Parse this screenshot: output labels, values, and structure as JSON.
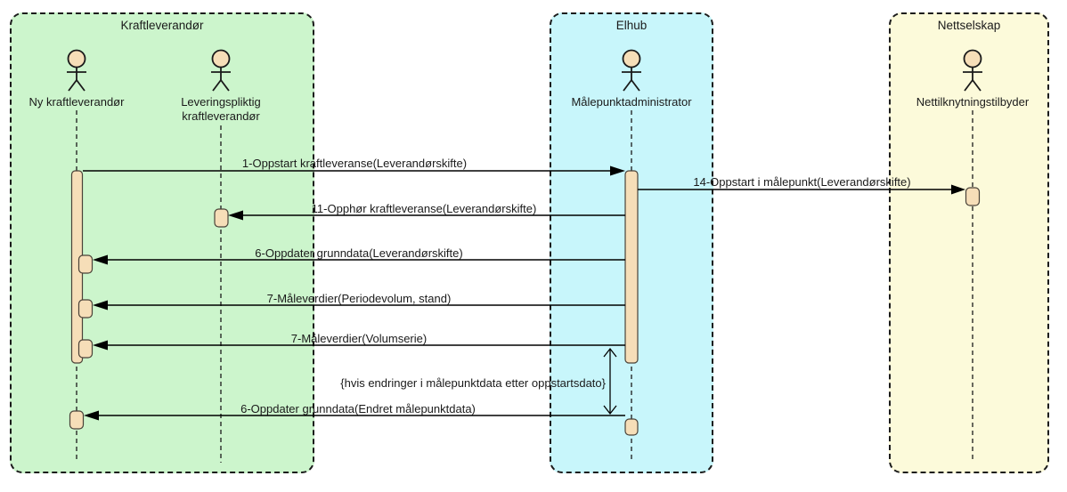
{
  "diagram": {
    "type": "uml-sequence",
    "groups": [
      {
        "name": "Kraftleverandør",
        "fill": "#ccf5cc"
      },
      {
        "name": "Elhub",
        "fill": "#c8f6fb"
      },
      {
        "name": "Nettselskap",
        "fill": "#fcfada"
      }
    ],
    "actors": [
      {
        "name": "Ny kraftleverandør",
        "group": "Kraftleverandør"
      },
      {
        "name": "Leveringspliktig kraftleverandør",
        "group": "Kraftleverandør"
      },
      {
        "name": "Målepunktadministrator",
        "group": "Elhub"
      },
      {
        "name": "Nettilknytningstilbyder",
        "group": "Nettselskap"
      }
    ],
    "messages": [
      {
        "label": "1-Oppstart kraftleveranse(Leverandørskifte)",
        "from": "Ny kraftleverandør",
        "to": "Målepunktadministrator",
        "direction": "right"
      },
      {
        "label": "14-Oppstart i målepunkt(Leverandørskifte)",
        "from": "Målepunktadministrator",
        "to": "Nettilknytningstilbyder",
        "direction": "right"
      },
      {
        "label": "11-Opphør kraftleveranse(Leverandørskifte)",
        "from": "Målepunktadministrator",
        "to": "Leveringspliktig kraftleverandør",
        "direction": "left"
      },
      {
        "label": "6-Oppdater grunndata(Leverandørskifte)",
        "from": "Målepunktadministrator",
        "to": "Ny kraftleverandør",
        "direction": "left"
      },
      {
        "label": "7-Måleverdier(Periodevolum, stand)",
        "from": "Målepunktadministrator",
        "to": "Ny kraftleverandør",
        "direction": "left"
      },
      {
        "label": "7-Måleverdier(Volumserie)",
        "from": "Målepunktadministrator",
        "to": "Ny kraftleverandør",
        "direction": "left"
      },
      {
        "label": "6-Oppdater grunndata(Endret målepunktdata)",
        "from": "Målepunktadministrator",
        "to": "Ny kraftleverandør",
        "direction": "left"
      }
    ],
    "note": "{hvis endringer i målepunktdata etter oppstartsdato}",
    "colors": {
      "group_green": "#ccf5cc",
      "group_cyan": "#c8f6fb",
      "group_yellow": "#fcfada",
      "activation_fill": "#f6deb8",
      "activation_stroke": "#4a4238",
      "line": "#000000",
      "text": "#1a1a1a",
      "background": "#ffffff"
    }
  }
}
